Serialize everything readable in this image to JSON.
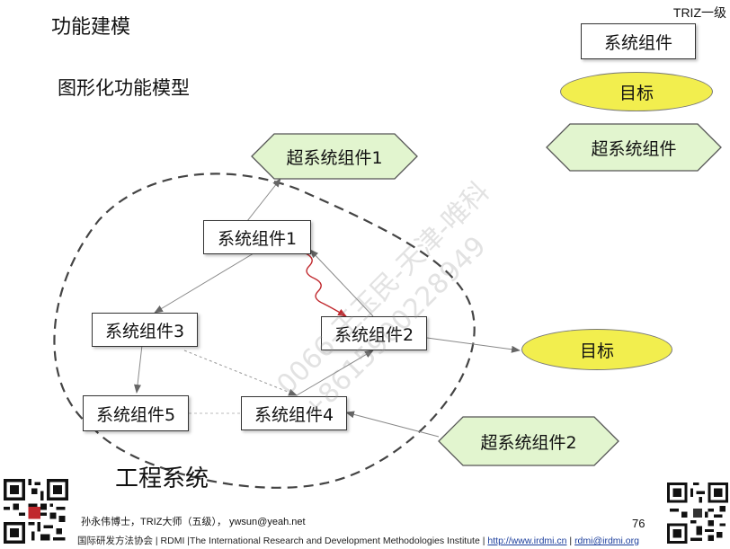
{
  "header": {
    "title": "功能建模",
    "level": "TRIZ一级",
    "subtitle": "图形化功能模型"
  },
  "legend": {
    "component": "系统组件",
    "target": "目标",
    "supersystem": "超系统组件"
  },
  "diagram": {
    "supersystem_1": "超系统组件1",
    "supersystem_2": "超系统组件2",
    "component_1": "系统组件1",
    "component_2": "系统组件2",
    "component_3": "系统组件3",
    "component_4": "系统组件4",
    "component_5": "系统组件5",
    "target": "目标",
    "system_label": "工程系统"
  },
  "colors": {
    "supersystem_fill": "#e2f5cf",
    "target_fill": "#f2ee4e",
    "harmful_link": "#c0282d",
    "boundary": "#444444"
  },
  "watermark": {
    "line1": "0066-王玉民-天津-唯科",
    "line2": "+8615900228949"
  },
  "footer": {
    "author": "孙永伟博士，TRIZ大师（五级），  ywsun@yeah.net",
    "page": "76",
    "org_prefix": "国际研发方法协会 | RDMI |The International Research and Development Methodologies Institute | ",
    "url": "http://www.irdmi.cn",
    "separator": " | ",
    "email": "rdmi@irdmi.org"
  }
}
